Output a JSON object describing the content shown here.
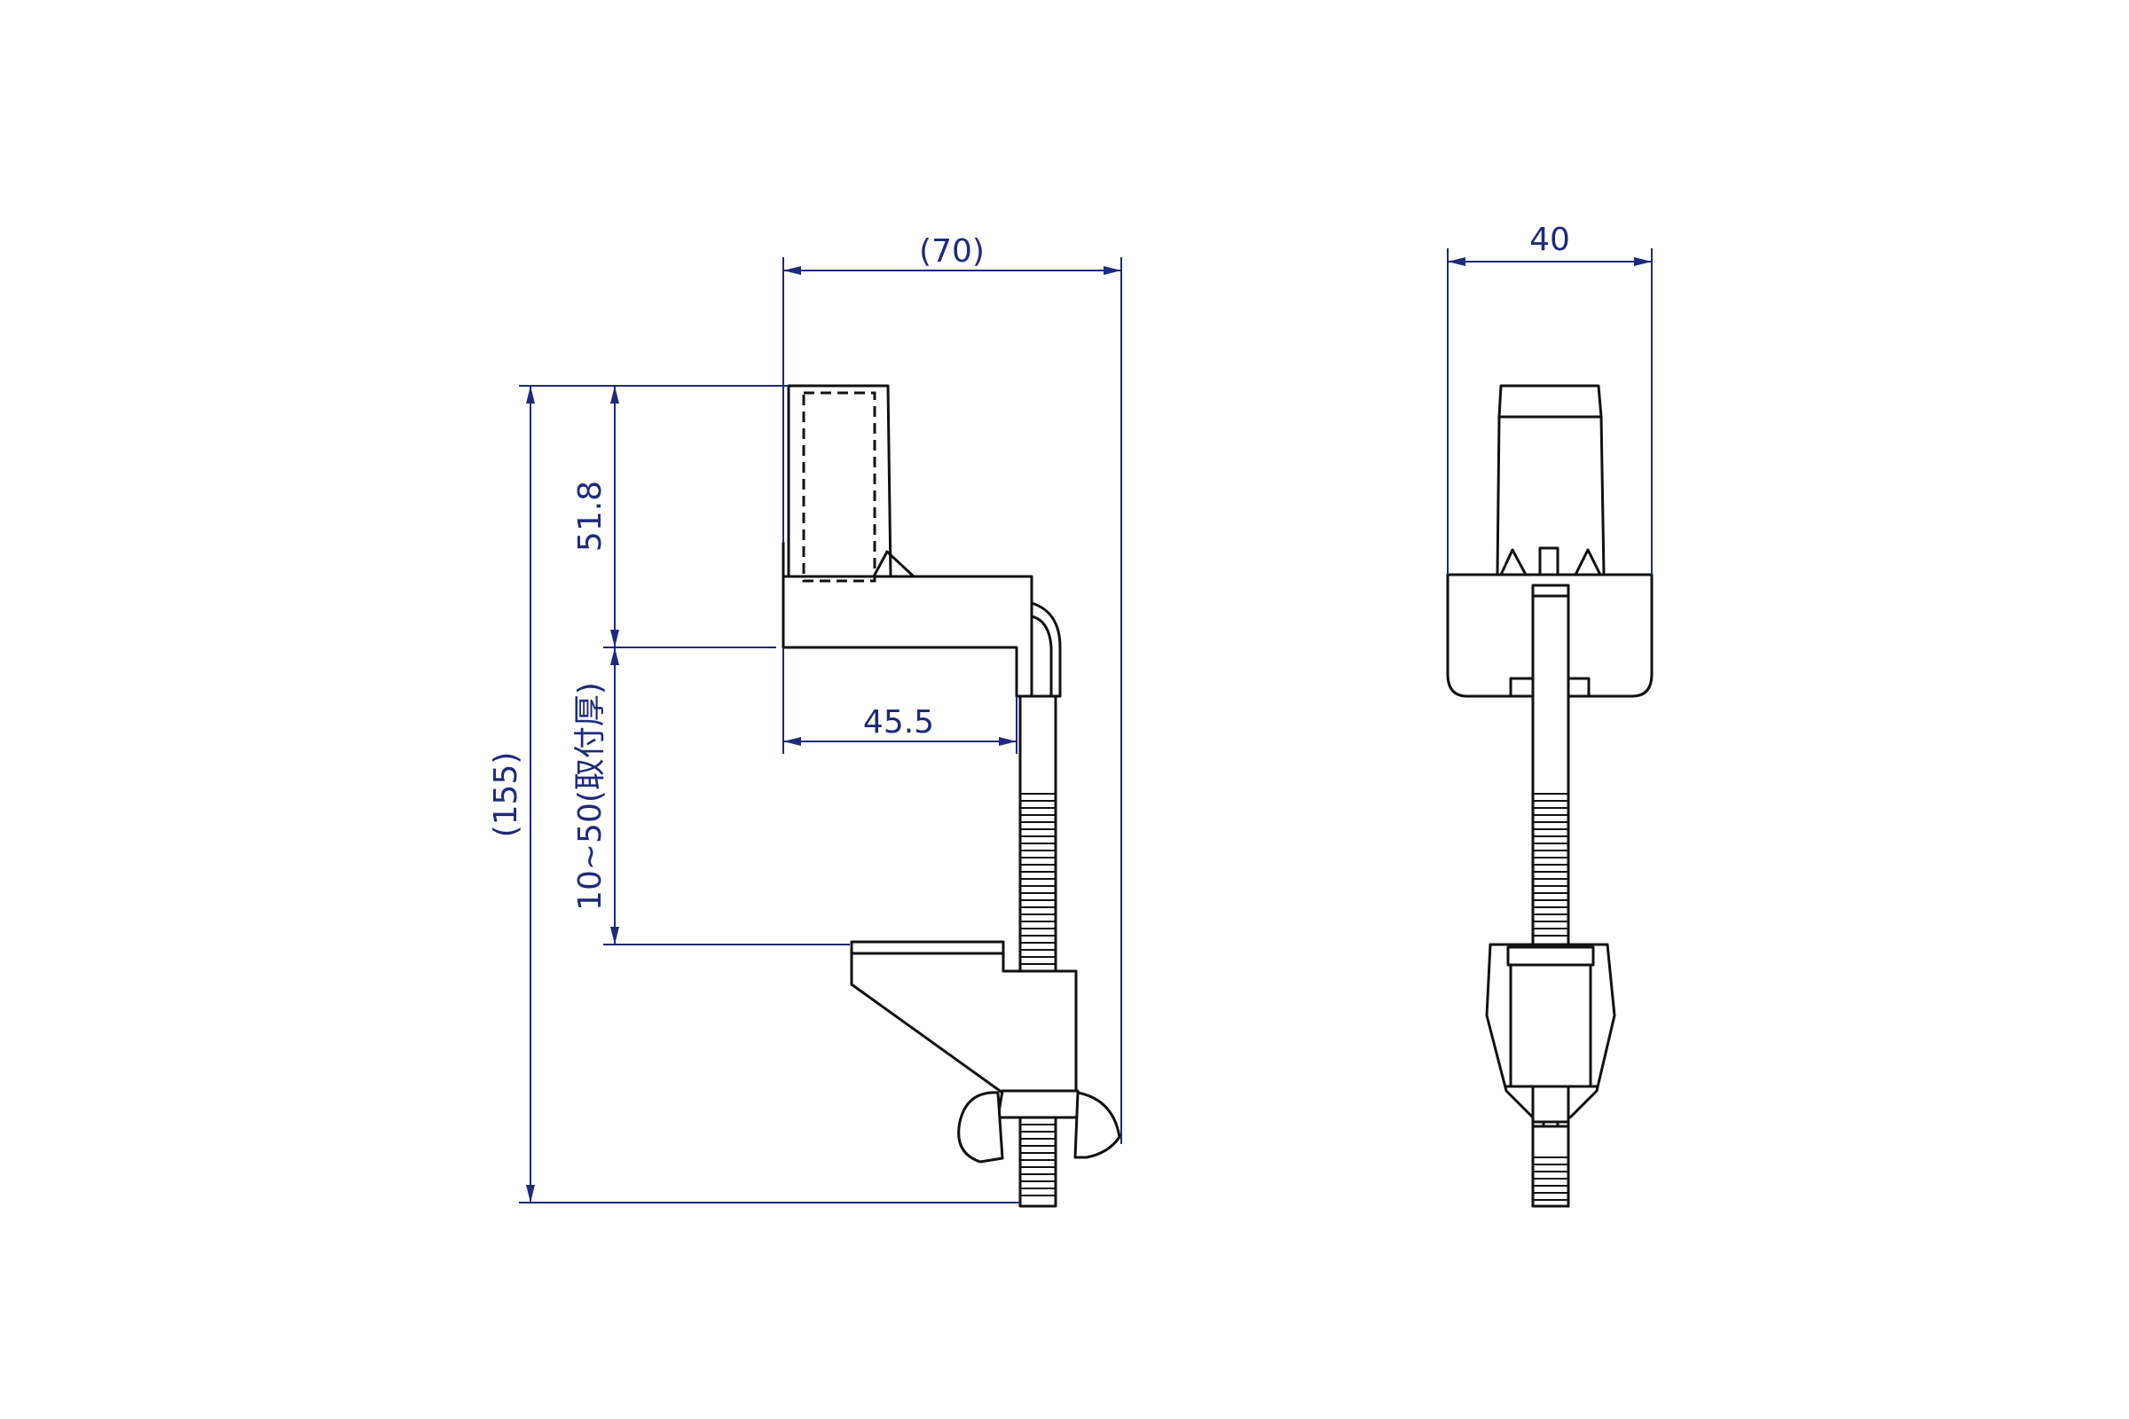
{
  "dimensions": {
    "overall_width": "(70)",
    "overall_height": "(155)",
    "top_height": "51.8",
    "clamp_range": "10~50(",
    "clamp_range_note": "取付厚",
    "clamp_range_close": ")",
    "throat_depth": "45.5",
    "side_width": "40"
  },
  "colors": {
    "dimension": "#1f2a7a",
    "outline": "#111111"
  }
}
